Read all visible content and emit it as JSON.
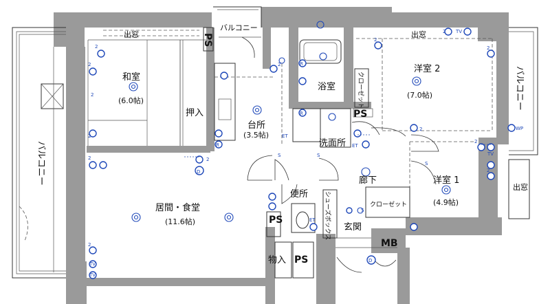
{
  "rooms": {
    "washitsu": {
      "name": "和室",
      "area": "(6.0帖)"
    },
    "oshiire": {
      "name": "押入"
    },
    "daidokoro": {
      "name": "台所",
      "area": "(3.5帖)"
    },
    "yokushitsu": {
      "name": "浴室"
    },
    "senmenjo": {
      "name": "洗面所"
    },
    "closet_bath": {
      "name": "クローゼット"
    },
    "youshitsu2": {
      "name": "洋室 2",
      "area": "(7.0帖)"
    },
    "youshitsu1": {
      "name": "洋室 1",
      "area": "(4.9帖)"
    },
    "living": {
      "name": "居間・食堂",
      "area": "(11.6帖)"
    },
    "benjo": {
      "name": "便所"
    },
    "shoebox": {
      "name": "シューズボックス"
    },
    "closet1": {
      "name": "クローゼット"
    },
    "rouka": {
      "name": "廊下"
    },
    "genkan": {
      "name": "玄関"
    },
    "monoire": {
      "name": "物入"
    }
  },
  "labels": {
    "balcony_top": "バルコニー",
    "balcony_left": "バルコニー",
    "balcony_right": "バルコニー",
    "demado_top_left": "出窓",
    "demado_top_right": "出窓",
    "demado_right": "出窓",
    "ps_top": "PS",
    "ps_mid": "PS",
    "ps_left": "PS",
    "ps_bottom": "PS",
    "mb": "MB"
  },
  "symbols": {
    "outlet_count_marker": "2",
    "tv": "TV",
    "et": "ET",
    "wp": "WP",
    "d": "D",
    "r": "R",
    "s": "S"
  },
  "colors": {
    "wall": "#9a9a9a",
    "symbol": "#1d47b8",
    "line": "#333333"
  }
}
